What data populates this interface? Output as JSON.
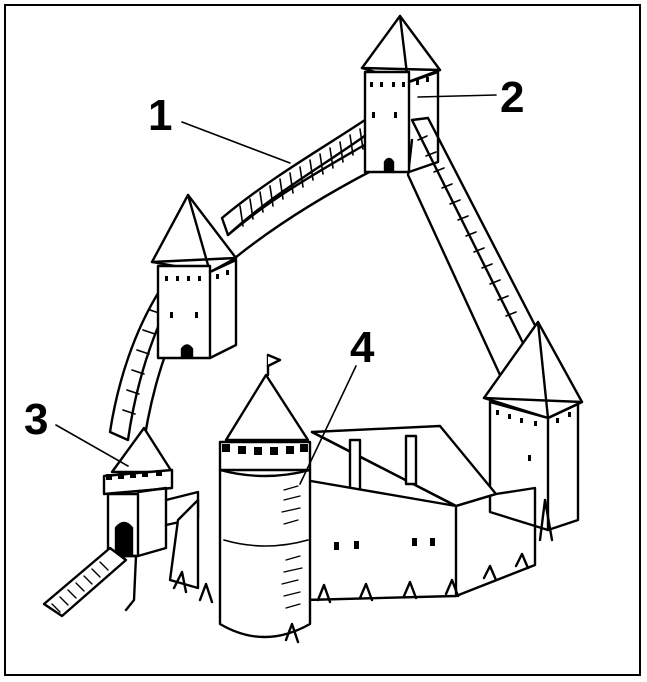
{
  "diagram": {
    "callouts": [
      {
        "label": "1",
        "target": "curtain-wall"
      },
      {
        "label": "2",
        "target": "corner-tower"
      },
      {
        "label": "3",
        "target": "gate-tower"
      },
      {
        "label": "4",
        "target": "keep-tower"
      }
    ]
  },
  "colors": {
    "ink": "#000000",
    "paper": "#ffffff"
  }
}
